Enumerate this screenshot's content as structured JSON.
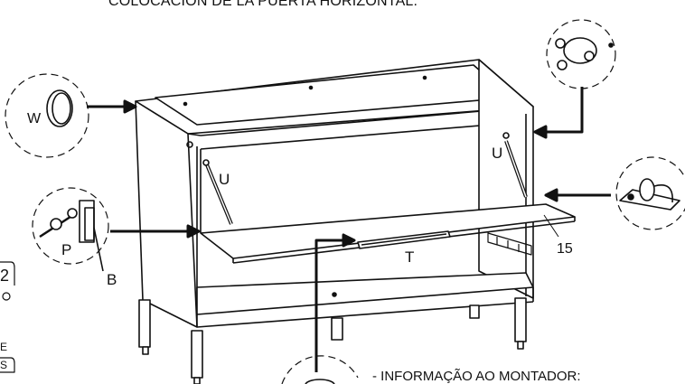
{
  "header": {
    "title": "COLOCACIÓN DE LA PUERTA HORIZONTAL."
  },
  "labels": {
    "W": "W",
    "U_left": "U",
    "U_right": "U",
    "P": "P",
    "B": "B",
    "T": "T",
    "part_number": "15"
  },
  "side_panel": {
    "step": "2",
    "letter_e": "E",
    "letter_s": "S"
  },
  "footer": {
    "note": "- INFORMAÇÃO AO MONTADOR:"
  }
}
